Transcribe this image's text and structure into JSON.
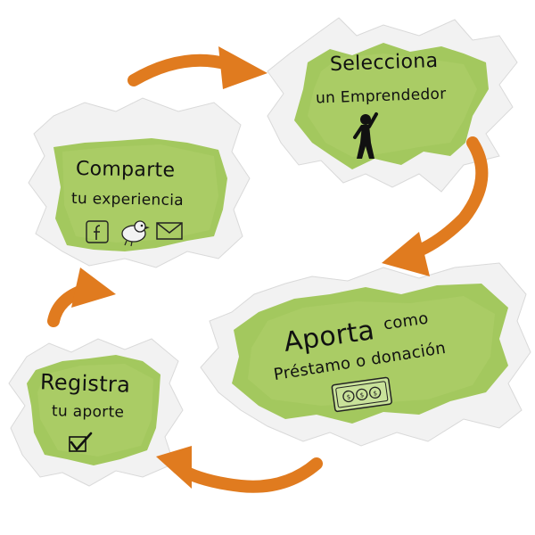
{
  "steps": [
    {
      "title": "Selecciona",
      "subtitle": "un Emprendedor",
      "icon": "person-cheering-icon"
    },
    {
      "title": "Aporta",
      "title_suffix": "como",
      "subtitle": "Préstamo o donación",
      "icon": "money-bill-icon"
    },
    {
      "title": "Registra",
      "subtitle": "tu aporte",
      "icon": "checkbox-check-icon"
    },
    {
      "title": "Comparte",
      "subtitle": "tu experiencia",
      "icons": [
        "facebook-icon",
        "twitter-bird-icon",
        "email-icon"
      ]
    }
  ],
  "colors": {
    "panel_green": "#a3c85e",
    "panel_green_dark": "#8db545",
    "arrow_orange": "#e07b1f",
    "text": "#111111"
  }
}
